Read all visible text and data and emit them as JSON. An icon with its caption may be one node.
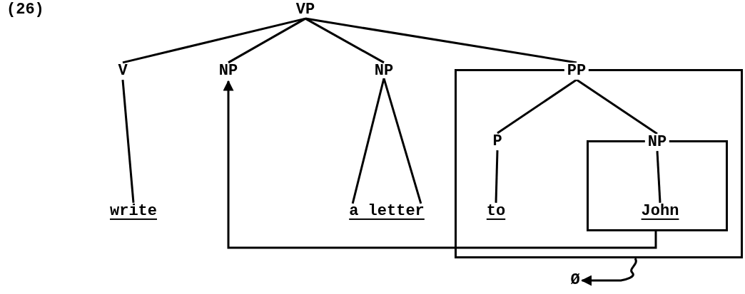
{
  "diagram": {
    "nodes": [
      {
        "text": [
          "VP"
        ]
      },
      {
        "text": [
          "V"
        ]
      },
      {
        "text": [
          "NP"
        ]
      },
      {
        "text": [
          "NP"
        ]
      },
      {
        "text": [
          "PP"
        ]
      },
      {
        "text": [
          "P"
        ],
        "in": 4
      },
      {
        "text": [
          "NP"
        ],
        "in": 4
      },
      {
        "text": [
          "write"
        ]
      },
      {
        "text": [
          "a letter"
        ]
      },
      {
        "text": [
          "to"
        ],
        "in": 4
      },
      {
        "text": [
          "John"
        ],
        "in": 6
      },
      {
        "text": [
          "Ø"
        ]
      }
    ],
    "edges": [
      {
        "from": 0,
        "to": 1,
        "arrow": "none"
      },
      {
        "from": 0,
        "to": 2,
        "arrow": "none"
      },
      {
        "from": 0,
        "to": 3,
        "arrow": "none"
      },
      {
        "from": 0,
        "to": 4,
        "arrow": "none"
      },
      {
        "from": 1,
        "to": 7,
        "arrow": "none"
      },
      {
        "from": 3,
        "to": 8,
        "arrow": "none"
      },
      {
        "from": 4,
        "to": 5,
        "arrow": "none"
      },
      {
        "from": 4,
        "to": 6,
        "arrow": "none"
      },
      {
        "from": 5,
        "to": 9,
        "arrow": "none"
      },
      {
        "from": 6,
        "to": 10,
        "arrow": "none"
      },
      {
        "from": 6,
        "to": 2,
        "arrow": "to"
      },
      {
        "from": 4,
        "to": 11,
        "arrow": "to"
      }
    ],
    "labels": [
      "(26)"
    ]
  }
}
